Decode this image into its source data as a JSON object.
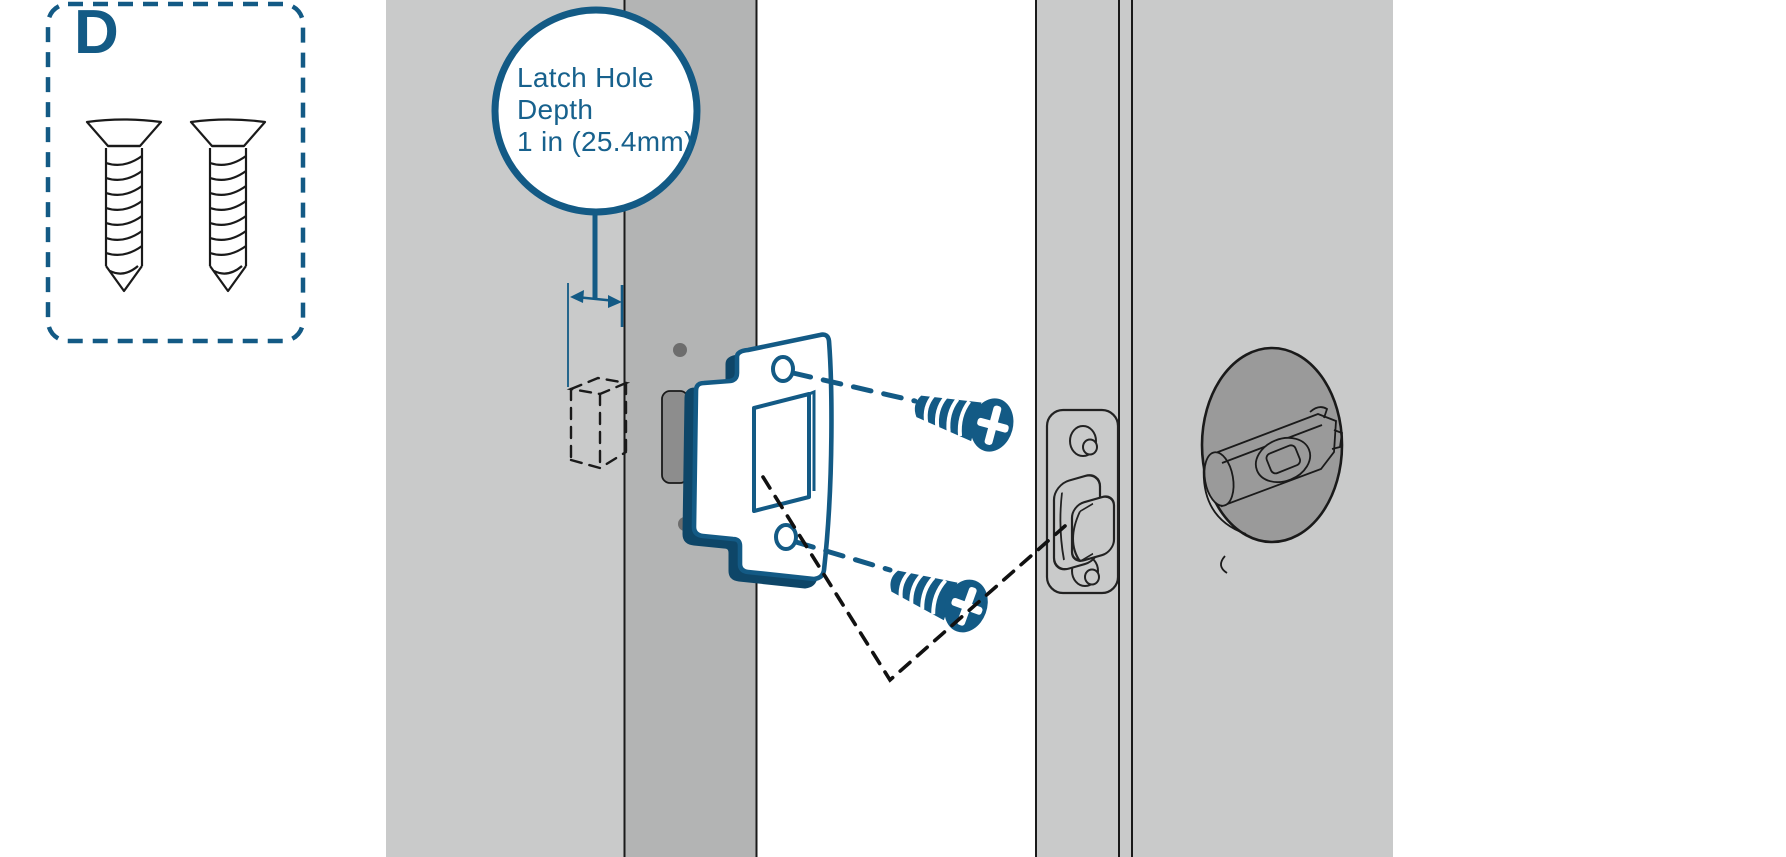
{
  "kit_box": {
    "label": "D"
  },
  "callout": {
    "line1": "Latch Hole",
    "line2": "Depth",
    "line3": "1 in (25.4mm)"
  },
  "colors": {
    "accent_blue": "#135a85",
    "edge_navy": "#0e4668",
    "door_gray": "#c9caca",
    "jamb_edge_gray": "#b3b4b4",
    "bore_hole_gray": "#9a9a9a",
    "mortise_gray": "#8d8d8d",
    "outline_black": "#1a1a1a"
  },
  "parts": [
    "kit-box-with-two-screws",
    "latch-hole-depth-callout",
    "door-jamb",
    "drilled-latch-hole",
    "strike-plate",
    "mounting-screws",
    "door-edge-latch-faceplate",
    "latch-bolt",
    "cross-bore-hole",
    "latch-mechanism"
  ]
}
